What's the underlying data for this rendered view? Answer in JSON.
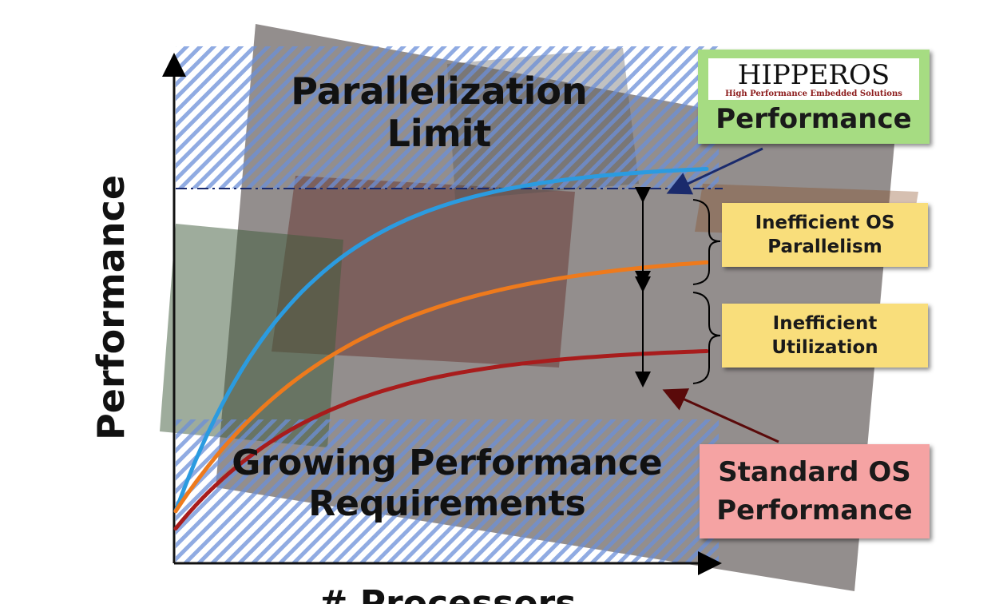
{
  "chart_data": {
    "type": "line",
    "ylabel": "Performance",
    "xlabel": "# Processors",
    "limit_label": [
      "Parallelization",
      "Limit"
    ],
    "requirements_label": [
      "Growing Performance",
      "Requirements"
    ],
    "series": [
      {
        "name": "HIPPEROS Performance",
        "color": "#2b9be0",
        "y0": 0.12,
        "plateau": 0.92,
        "k": 4.2
      },
      {
        "name": "Inefficient OS Parallelism level",
        "color": "#ee7a1c",
        "y0": 0.12,
        "plateau": 0.72,
        "k": 3.1
      },
      {
        "name": "Standard OS Performance",
        "color": "#a81c1c",
        "y0": 0.08,
        "plateau": 0.5,
        "k": 3.6
      }
    ],
    "ylim": [
      0,
      1
    ],
    "grid": false
  },
  "annotations": {
    "hipperos_brand": "HIPPEROS",
    "hipperos_tagline": "High Performance Embedded Solutions",
    "hipperos_label": "Performance",
    "gap1": [
      "Inefficient OS",
      "Parallelism"
    ],
    "gap2": [
      "Inefficient",
      "Utilization"
    ],
    "standard": [
      "Standard OS",
      "Performance"
    ]
  },
  "colors": {
    "hatch": "#6a8ed8",
    "green_box": "#a6dc82",
    "yellow_box": "#f9de7b",
    "red_box": "#f5a3a3"
  }
}
